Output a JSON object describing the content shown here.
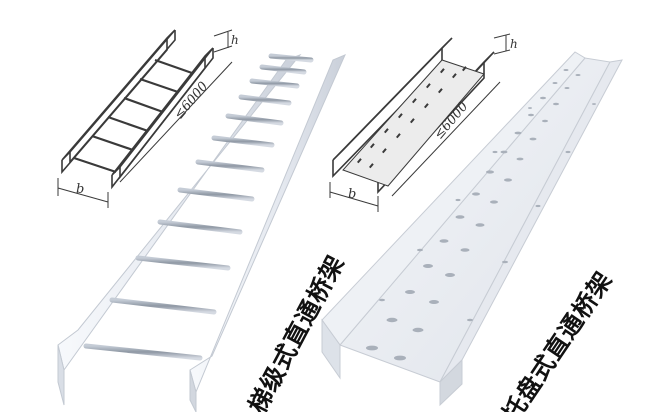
{
  "sketch_ladder": {
    "dim_length": "≤6000",
    "dim_width": "b",
    "dim_height": "h"
  },
  "sketch_tray": {
    "dim_length": "≤6000",
    "dim_width": "b",
    "dim_height": "h"
  },
  "labels": {
    "ladder_type": "梯级式直通桥架",
    "tray_type": "托盘式直通桥架"
  },
  "colors": {
    "metal_light": "#eef1f6",
    "metal_mid": "#d8dde6",
    "metal_shadow": "#b9c0cc",
    "rung": "#9aa3ae",
    "sketch_line": "#3a3a3a"
  }
}
